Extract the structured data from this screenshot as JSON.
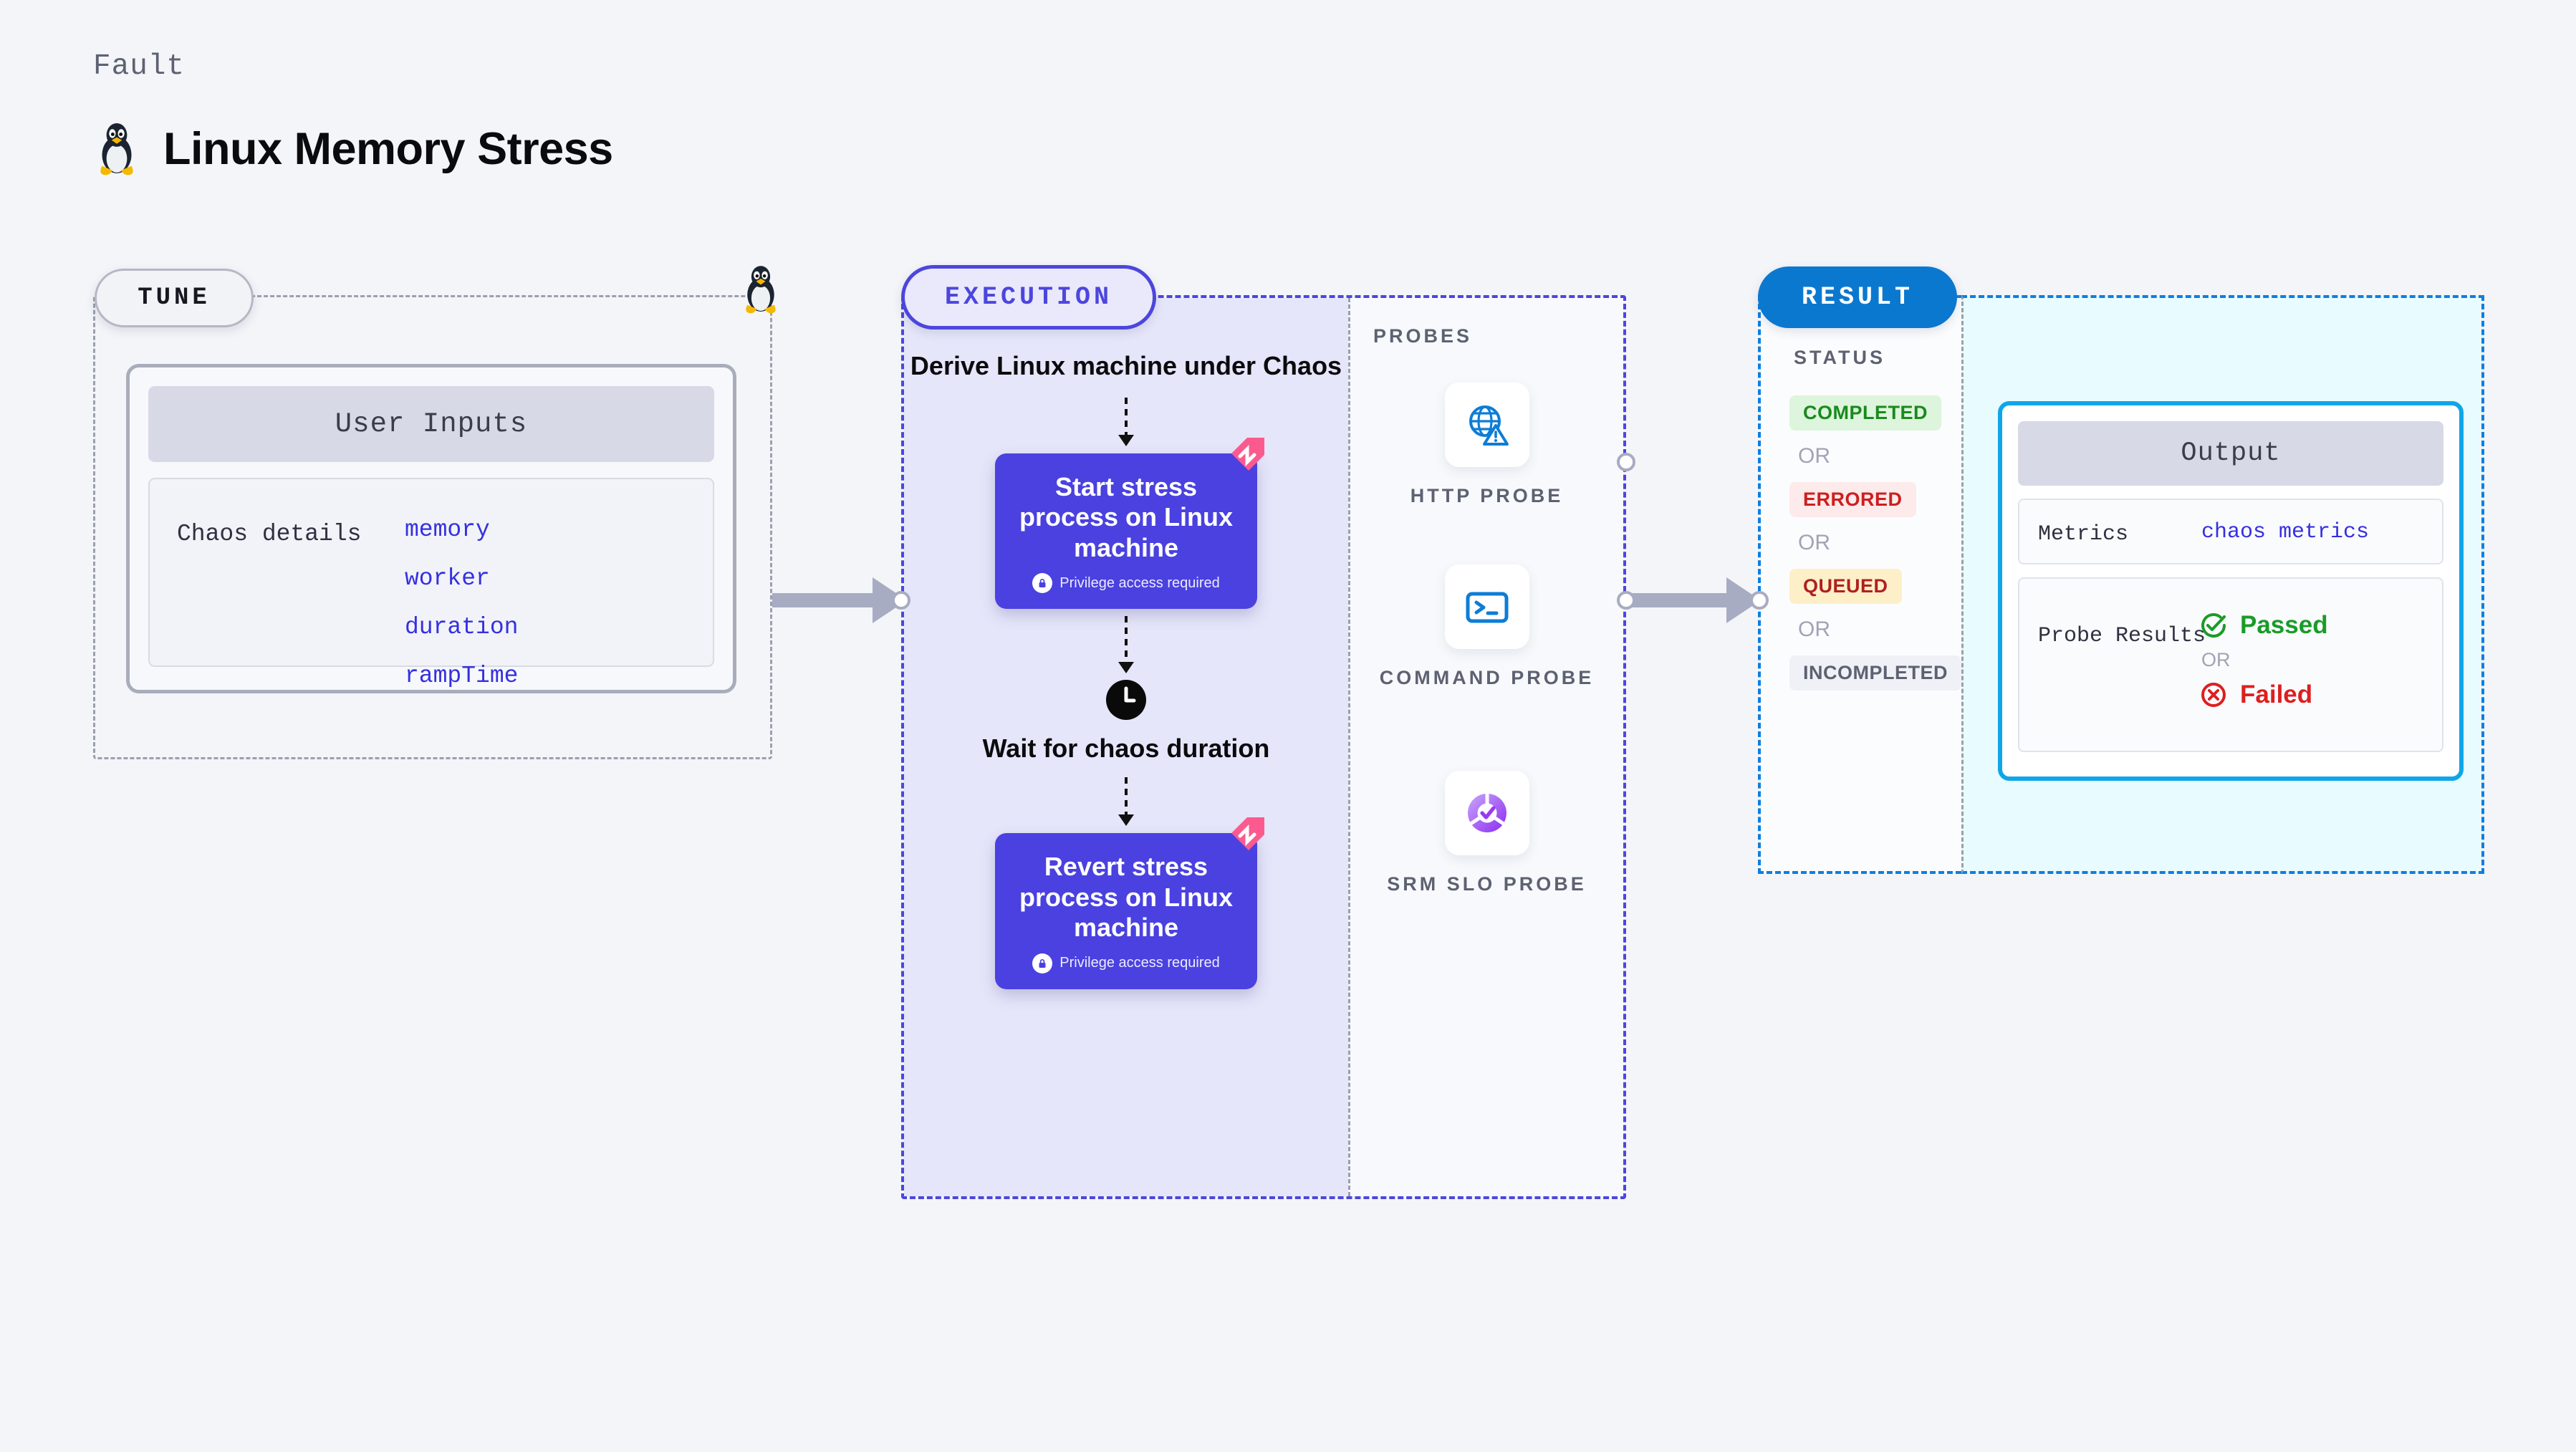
{
  "header": {
    "eyebrow": "Fault",
    "title": "Linux Memory Stress",
    "logo_icon": "linux-tux-icon"
  },
  "tune": {
    "pill_label": "TUNE",
    "mascot_icon": "linux-tux-icon",
    "card": {
      "header": "User Inputs",
      "row_label": "Chaos details",
      "values": [
        "memory",
        "worker",
        "duration",
        "rampTime"
      ]
    }
  },
  "execution": {
    "pill_label": "EXECUTION",
    "steps": [
      {
        "type": "text",
        "label": "Derive Linux machine under Chaos"
      },
      {
        "type": "node",
        "label": "Start stress process on Linux machine",
        "note": "Privilege access required",
        "note_icon": "lock-icon",
        "badge_icon": "harness-flag-icon"
      },
      {
        "type": "wait",
        "label": "Wait for chaos duration",
        "icon": "clock-icon"
      },
      {
        "type": "node",
        "label": "Revert stress process on Linux machine",
        "note": "Privilege access required",
        "note_icon": "lock-icon",
        "badge_icon": "harness-flag-icon"
      }
    ]
  },
  "probes": {
    "title": "PROBES",
    "items": [
      {
        "label": "HTTP PROBE",
        "icon": "globe-warning-icon"
      },
      {
        "label": "COMMAND PROBE",
        "icon": "terminal-icon"
      },
      {
        "label": "SRM SLO PROBE",
        "icon": "slo-donut-check-icon"
      }
    ]
  },
  "result": {
    "pill_label": "RESULT",
    "status": {
      "title": "STATUS",
      "or_label": "OR",
      "badges": [
        {
          "label": "COMPLETED",
          "bg": "#ddf5dc",
          "fg": "#1a8a1e"
        },
        {
          "label": "ERRORED",
          "bg": "#fdeaea",
          "fg": "#cc1f1f"
        },
        {
          "label": "QUEUED",
          "bg": "#fdf0c8",
          "fg": "#b02020"
        },
        {
          "label": "INCOMPLETED",
          "bg": "#f0f1f6",
          "fg": "#5d6272"
        }
      ]
    },
    "output": {
      "header": "Output",
      "metrics_label": "Metrics",
      "metrics_value": "chaos metrics",
      "probe_results_label": "Probe Results",
      "passed_label": "Passed",
      "failed_label": "Failed",
      "or_label": "OR",
      "passed_icon": "check-circle-icon",
      "failed_icon": "x-circle-icon"
    }
  },
  "colors": {
    "page_bg": "#f4f5f9",
    "execution_accent": "#4c46dd",
    "result_accent": "#0b78d0",
    "output_accent": "#0fa6e9",
    "node_fill": "#4a41e0",
    "mono_value": "#3530e0",
    "harness_pink": "#fb5a8f"
  }
}
